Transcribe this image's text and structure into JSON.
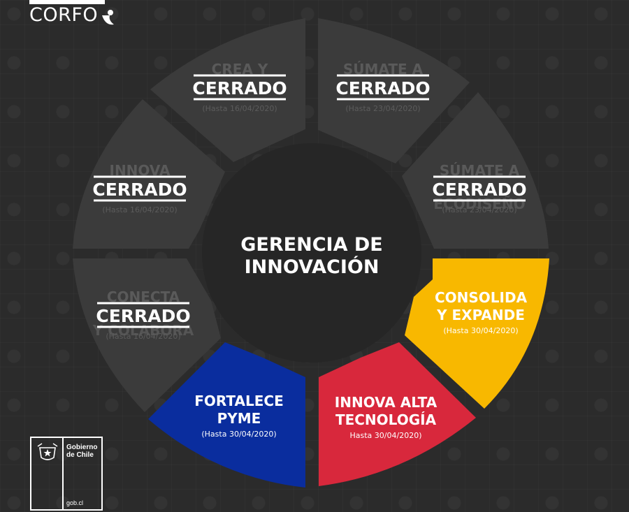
{
  "brand": {
    "logo_text": "CORFO",
    "government_name": "Gobierno\nde Chile",
    "government_url": "gob.cl"
  },
  "center": {
    "line1": "GERENCIA DE",
    "line2": "INNOVACIÓN"
  },
  "colors": {
    "background": "#2b2b2b",
    "closed_segment": "#3b3b3b",
    "center": "#262626",
    "yellow": "#f8b800",
    "red": "#d8283c",
    "blue": "#0a2d9e",
    "white": "#ffffff"
  },
  "segments": [
    {
      "id": "crea-y-valida",
      "status": "closed",
      "stamp": "CERRADO",
      "faded_title": "CREA Y",
      "date": "(Hasta 16/04/2020)"
    },
    {
      "id": "sumate-a-innovar",
      "status": "closed",
      "stamp": "CERRADO",
      "faded_title": "SÚMATE A",
      "date": "(Hasta 23/04/2020)"
    },
    {
      "id": "sumate-a-ecodiseno",
      "status": "closed",
      "stamp": "CERRADO",
      "faded_title": "SÚMATE A",
      "faded_title2": "ECODISEÑO",
      "date": "(Hasta 23/04/2020)"
    },
    {
      "id": "consolida-y-expande",
      "status": "open",
      "title1": "CONSOLIDA",
      "title2": "Y EXPANDE",
      "date": "(Hasta 30/04/2020)",
      "color": "#f8b800"
    },
    {
      "id": "innova-alta-tecnologia",
      "status": "open",
      "title1": "INNOVA ALTA",
      "title2": "TECNOLOGÍA",
      "date": "Hasta 30/04/2020)",
      "color": "#d8283c"
    },
    {
      "id": "fortalece-pyme",
      "status": "open",
      "title1": "FORTALECE",
      "title2": "PYME",
      "date": "(Hasta 30/04/2020)",
      "color": "#0a2d9e"
    },
    {
      "id": "conecta-y-colabora",
      "status": "closed",
      "stamp": "CERRADO",
      "faded_title": "CONECTA",
      "faded_title2": "Y COLABORA",
      "date": "(Hasta 16/04/2020)"
    },
    {
      "id": "innova-en-region",
      "status": "closed",
      "stamp": "CERRADO",
      "faded_title": "INNOVA",
      "date": "(Hasta 16/04/2020)"
    }
  ]
}
